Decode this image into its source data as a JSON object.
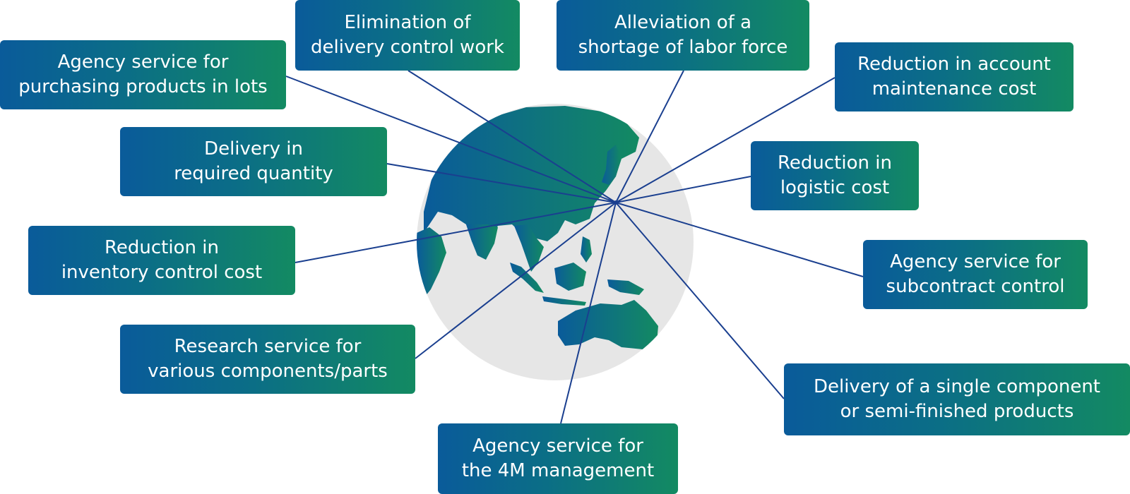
{
  "colors": {
    "box_gradient_start": "#0a5b9a",
    "box_gradient_end": "#138a62",
    "connector_line": "#1a3f8f",
    "globe_ocean": "#e6e6e6",
    "globe_land": "#0d6a7a"
  },
  "hub": {
    "label": ""
  },
  "services": [
    {
      "id": "agency-purchasing-lots",
      "lines": [
        "Agency service for",
        "purchasing products in lots"
      ]
    },
    {
      "id": "elimination-delivery-control",
      "lines": [
        "Elimination of",
        "delivery control work"
      ]
    },
    {
      "id": "alleviation-labor-shortage",
      "lines": [
        "Alleviation of a",
        "shortage of labor force"
      ]
    },
    {
      "id": "reduction-account-maintenance",
      "lines": [
        "Reduction in account",
        "maintenance cost"
      ]
    },
    {
      "id": "delivery-required-quantity",
      "lines": [
        "Delivery in",
        "required quantity"
      ]
    },
    {
      "id": "reduction-logistic",
      "lines": [
        "Reduction in",
        "logistic cost"
      ]
    },
    {
      "id": "reduction-inventory-control",
      "lines": [
        "Reduction in",
        "inventory control cost"
      ]
    },
    {
      "id": "agency-subcontract-control",
      "lines": [
        "Agency service for",
        "subcontract control"
      ]
    },
    {
      "id": "research-components",
      "lines": [
        "Research service for",
        "various components/parts"
      ]
    },
    {
      "id": "delivery-single-component",
      "lines": [
        "Delivery of a single component",
        "or semi-finished products"
      ]
    },
    {
      "id": "agency-4m-management",
      "lines": [
        "Agency service for",
        "the 4M management"
      ]
    }
  ]
}
